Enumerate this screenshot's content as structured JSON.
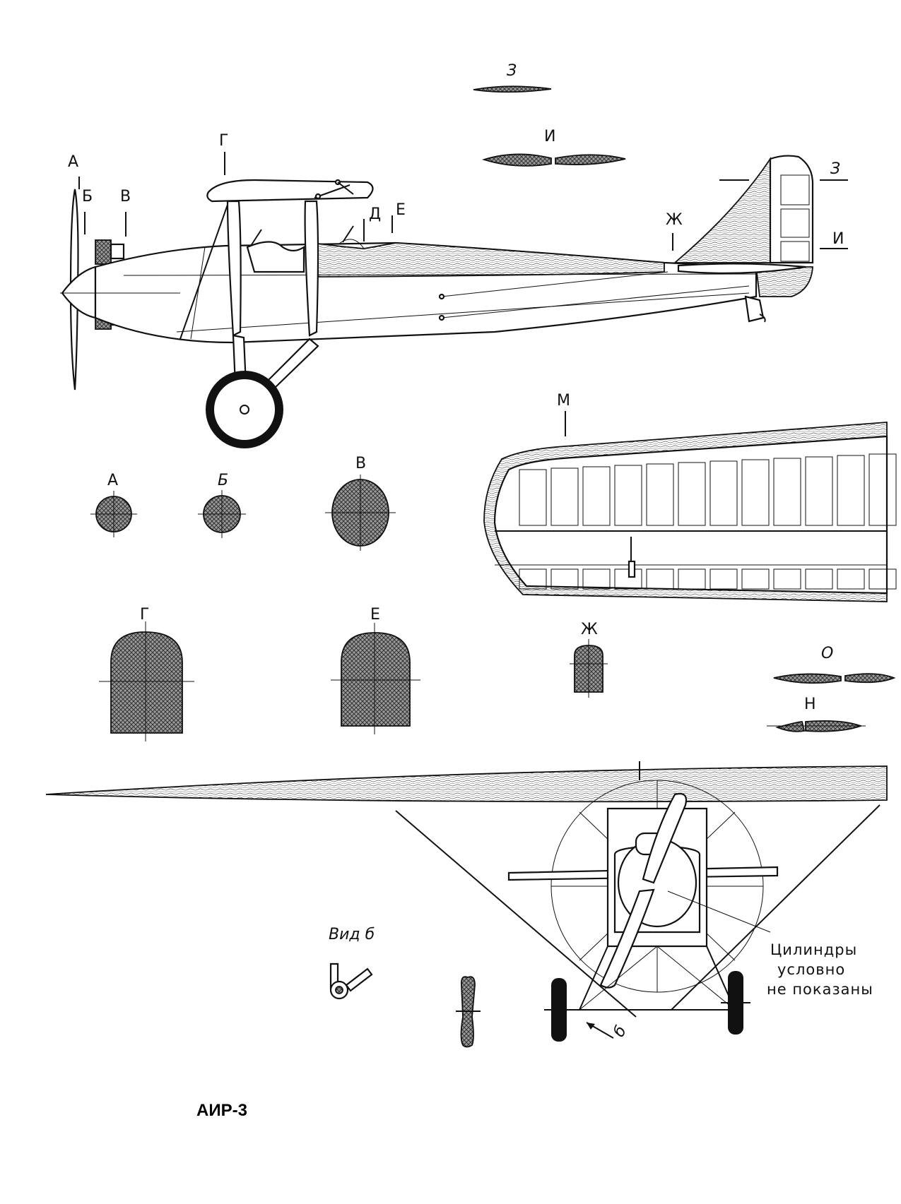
{
  "title": "АИР-3",
  "section_labels": {
    "A": "А",
    "B": "Б",
    "V": "В",
    "G": "Г",
    "D": "Д",
    "E": "Е",
    "ZH": "Ж",
    "Z": "З",
    "I": "И",
    "M": "М",
    "O": "О",
    "N": "Н",
    "arrow_b": "б"
  },
  "view_label": "Вид б",
  "note_lines": [
    "Цилиндры",
    "условно",
    "не показаны"
  ]
}
